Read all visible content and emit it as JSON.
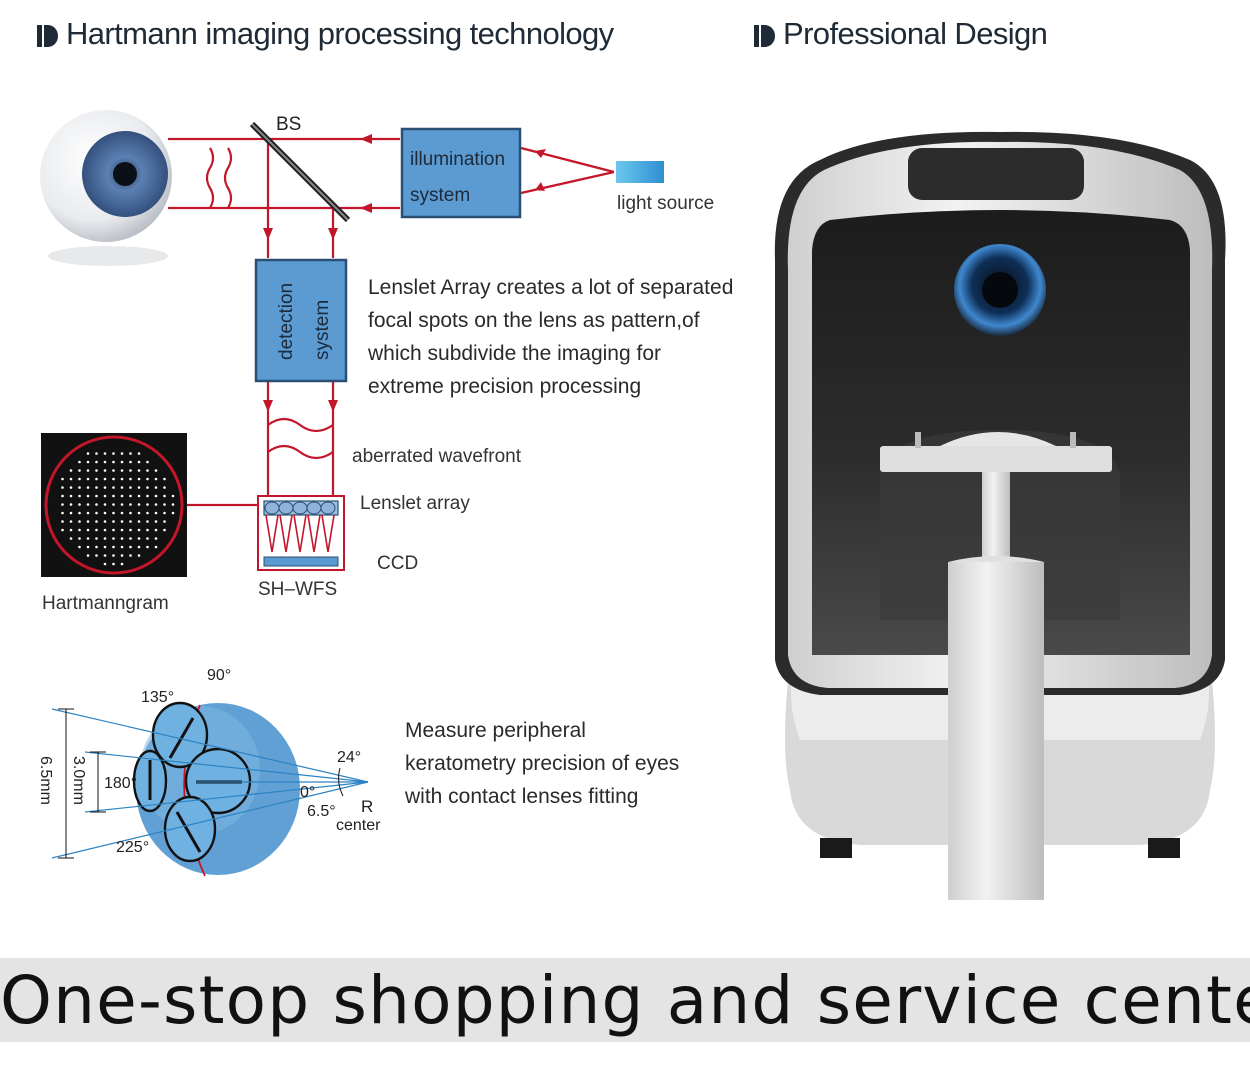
{
  "headings": {
    "left": "Hartmann imaging processing technology",
    "right": "Professional Design"
  },
  "diagram": {
    "bs": "BS",
    "illumination_line1": "illumination",
    "illumination_line2": "system",
    "light_source": "light source",
    "detection_line1": "detection",
    "detection_line2": "system",
    "lenslet_description": [
      "Lenslet Array creates a lot of separated",
      "focal spots on the lens as pattern,of",
      "which subdivide the imaging for",
      "extreme precision processing"
    ],
    "aberrated_wavefront": "aberrated wavefront",
    "lenslet_array": "Lenslet array",
    "ccd": "CCD",
    "sh_wfs": "SH–WFS",
    "hartmanngram": "Hartmanngram"
  },
  "keratometry": {
    "angles": {
      "a90": "90°",
      "a135": "135°",
      "a180": "180°",
      "a225": "225°",
      "a24": "24°",
      "a0": "0°",
      "a6_5": "6.5°"
    },
    "dims": {
      "outer": "6.5mm",
      "inner": "3.0mm"
    },
    "r_label": "R",
    "center_label": "center",
    "description": [
      "Measure peripheral",
      "keratometry precision of eyes",
      "with contact lenses fitting"
    ]
  },
  "banner": "One-stop shopping and service center",
  "colors": {
    "ray_red": "#c4162a",
    "box_blue": "#5b9bd2",
    "box_border": "#2b4f72",
    "eye_iris": "#4d6f9e",
    "heading": "#1e2a35",
    "banner_bg": "#e4e4e4"
  }
}
